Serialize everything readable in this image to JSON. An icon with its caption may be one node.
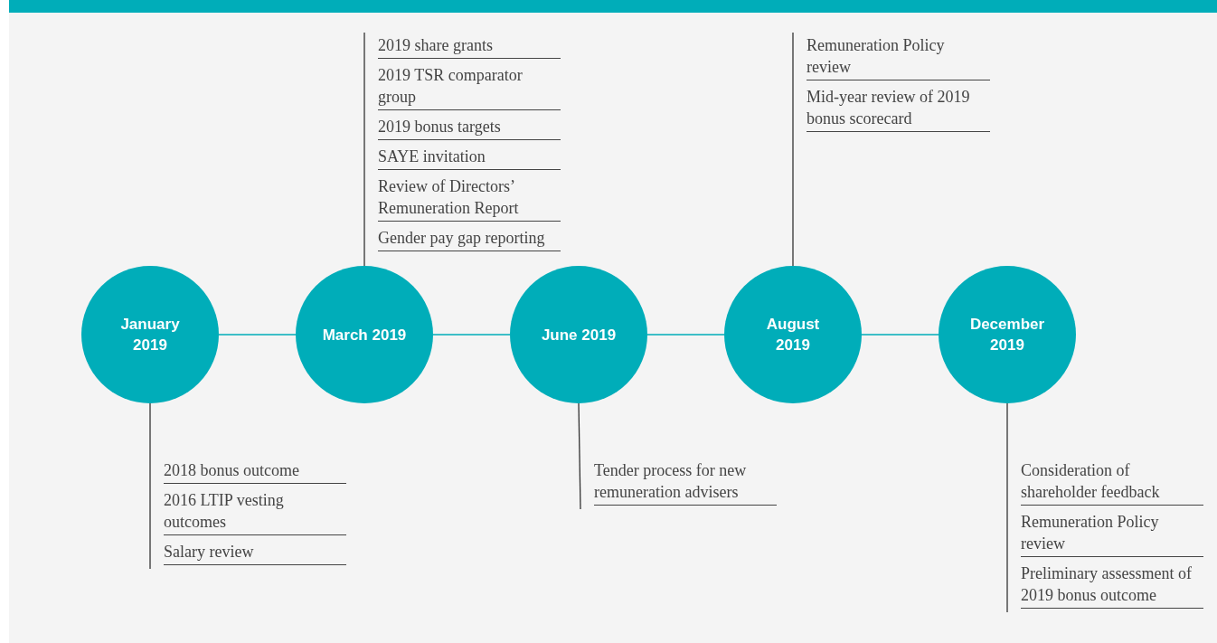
{
  "diagram": {
    "nodes": [
      {
        "text": [
          "January 2019"
        ]
      },
      {
        "text": [
          "March 2019"
        ]
      },
      {
        "text": [
          "June 2019"
        ]
      },
      {
        "text": [
          "August 2019"
        ]
      },
      {
        "text": [
          "December 2019"
        ]
      },
      {
        "text": [
          "2018 bonus outcome",
          "2016 LTIP vesting outcomes",
          "Salary review"
        ]
      },
      {
        "text": [
          "2019 share grants",
          "2019 TSR comparator group",
          "2019 bonus targets",
          "SAYE invitation",
          "Review of Directors’ Remuneration Report",
          "Gender pay gap reporting"
        ]
      },
      {
        "text": [
          "Tender process for new remuneration advisers"
        ]
      },
      {
        "text": [
          "Remuneration Policy review",
          "Mid-year review of 2019 bonus scorecard"
        ]
      },
      {
        "text": [
          "Consideration of shareholder feedback",
          "Remuneration Policy review",
          "Preliminary assessment of 2019 bonus outcome"
        ]
      }
    ],
    "edges": [
      {
        "from": 0,
        "to": 1,
        "arrow": "none",
        "color": "#00adb9"
      },
      {
        "from": 1,
        "to": 2,
        "arrow": "none",
        "color": "#00adb9"
      },
      {
        "from": 2,
        "to": 3,
        "arrow": "none",
        "color": "#00adb9"
      },
      {
        "from": 3,
        "to": 4,
        "arrow": "none",
        "color": "#00adb9"
      },
      {
        "from": 0,
        "to": 5,
        "arrow": "none"
      },
      {
        "from": 1,
        "to": 6,
        "arrow": "none"
      },
      {
        "from": 2,
        "to": 7,
        "arrow": "none"
      },
      {
        "from": 3,
        "to": 8,
        "arrow": "none"
      },
      {
        "from": 4,
        "to": 9,
        "arrow": "none"
      }
    ]
  }
}
